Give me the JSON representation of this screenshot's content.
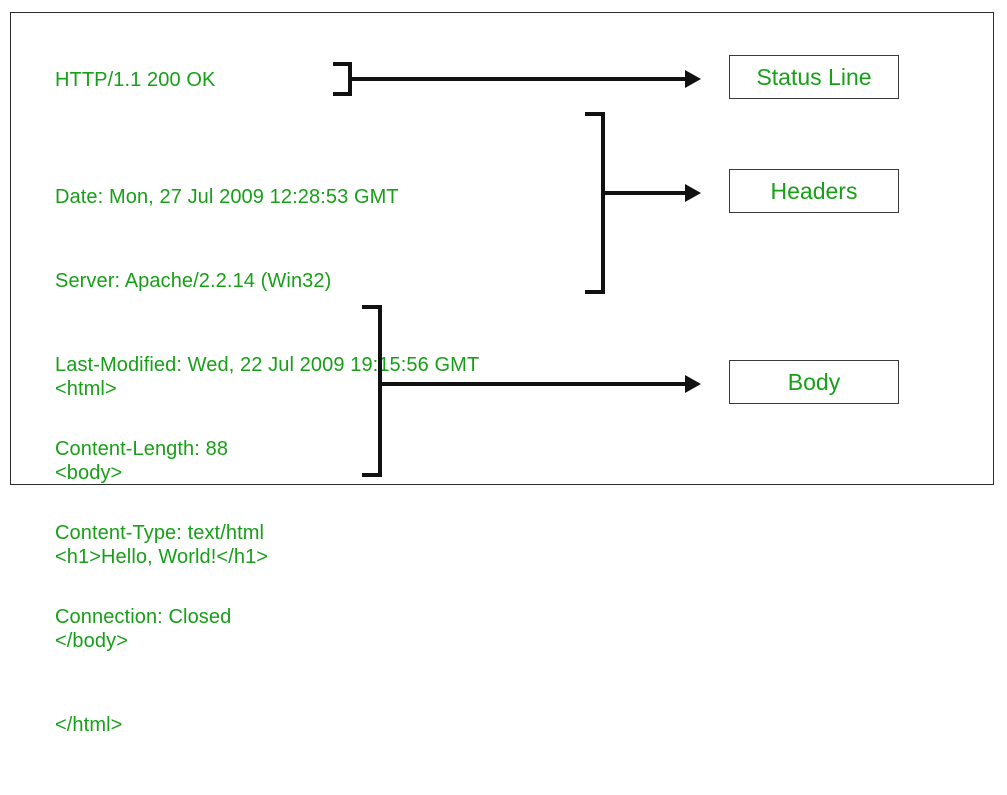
{
  "colors": {
    "text_green": "#17a017",
    "stroke_black": "#111111",
    "frame_border": "#2b2b2b",
    "box_border": "#3a3a3a",
    "background": "#ffffff"
  },
  "message": {
    "status_line": "HTTP/1.1 200 OK",
    "headers": [
      "Date: Mon, 27 Jul 2009 12:28:53 GMT",
      "Server: Apache/2.2.14 (Win32)",
      "Last-Modified: Wed, 22 Jul 2009 19:15:56 GMT",
      "Content-Length: 88",
      "Content-Type: text/html",
      "Connection: Closed"
    ],
    "body": [
      "<html>",
      "<body>",
      "<h1>Hello, World!</h1>",
      "</body>",
      "</html>"
    ]
  },
  "labels": {
    "status_line": "Status Line",
    "headers": "Headers",
    "body": "Body"
  }
}
